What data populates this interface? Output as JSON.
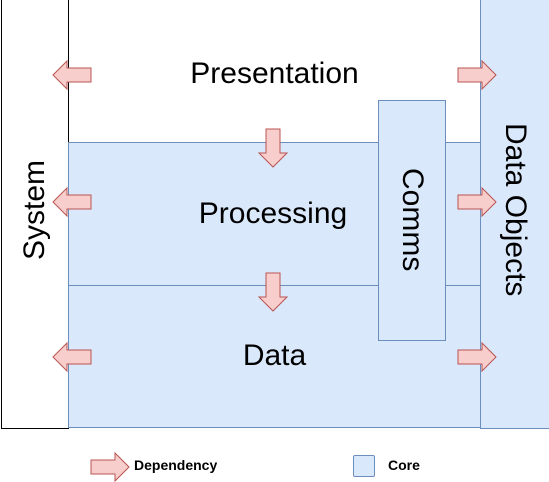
{
  "layers": {
    "presentation": "Presentation",
    "processing": "Processing",
    "data": "Data"
  },
  "sides": {
    "system": "System",
    "data_objects": "Data Objects",
    "comms": "Comms"
  },
  "legend": {
    "dependency": "Dependency",
    "core": "Core"
  },
  "colors": {
    "core_fill": "#dae8fc",
    "core_stroke": "#6c8ebf",
    "arrow_fill": "#f8cecc",
    "arrow_stroke": "#b85450"
  }
}
